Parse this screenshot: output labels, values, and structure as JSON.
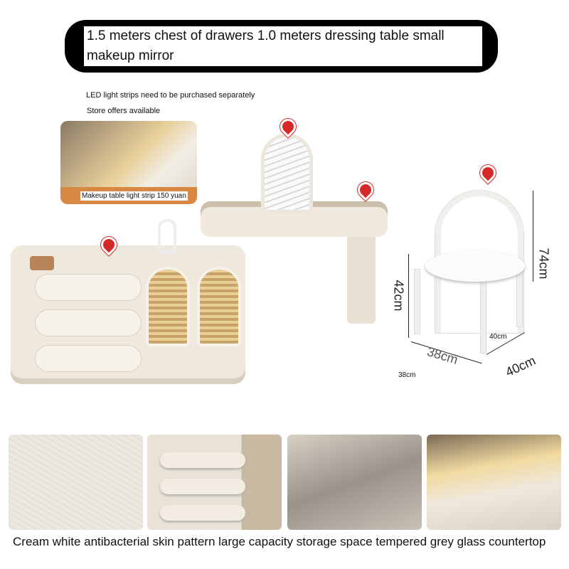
{
  "banner": {
    "text": "1.5 meters chest of drawers   1.0 meters dressing table   small makeup mirror"
  },
  "notes": {
    "led": "LED light strips need to be purchased separately",
    "offers": "Store offers available"
  },
  "inset": {
    "label": "Makeup table light strip  150 yuan"
  },
  "dimensions": {
    "seat_height": "42cm",
    "total_height": "74cm",
    "width": "40cm",
    "width_small": "40cm",
    "depth": "38cm",
    "depth_small": "38cm"
  },
  "caption": "Cream white antibacterial skin pattern large capacity storage space tempered grey glass countertop",
  "colors": {
    "pin": "#d62828",
    "banner": "#000000",
    "inset_band": "#d98844"
  }
}
